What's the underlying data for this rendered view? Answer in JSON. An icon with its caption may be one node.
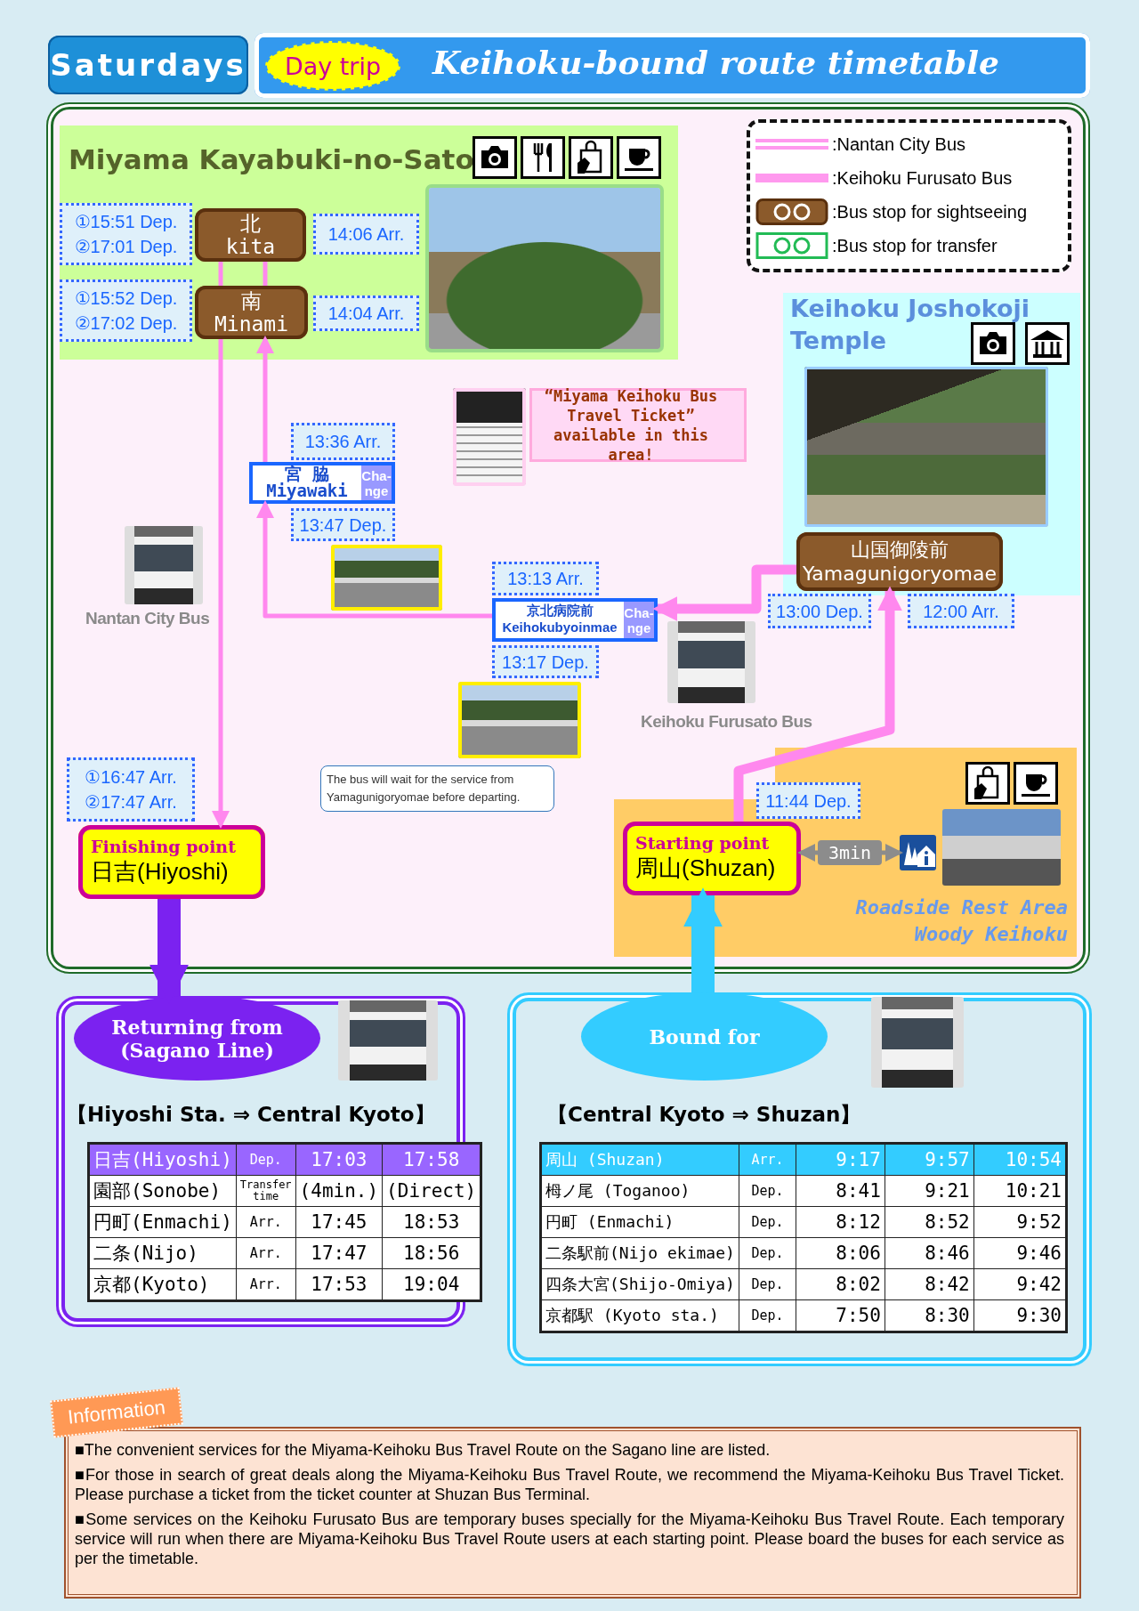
{
  "diagram": {
    "nodes": [
      {
        "text": [
          "Saturdays"
        ]
      },
      {
        "text": [
          "Keihoku-bound route timetable"
        ]
      },
      {
        "text": [
          "Day trip"
        ],
        "in": 1
      },
      {
        "text": [],
        "shape": "box"
      },
      {
        "text": [
          "Miyama Kayabuki-no-Sato"
        ],
        "in": 3
      },
      {
        "text": [
          "北 kita"
        ],
        "in": 4,
        "beside": [
          "①15:51 Dep. ②17:01 Dep.",
          "14:06 Arr."
        ]
      },
      {
        "text": [
          "南 Minami"
        ],
        "in": 4,
        "beside": [
          "①15:52 Dep. ②17:02 Dep.",
          "14:04 Arr."
        ]
      },
      {
        "text": [],
        "shape": "picture",
        "in": 4
      },
      {
        "text": [
          "宮 脇 Miyawaki",
          "Cha-nge"
        ],
        "in": 3,
        "beside": [
          "13:36 Arr.",
          "13:47 Dep."
        ]
      },
      {
        "text": [],
        "shape": "picture",
        "in": 3
      },
      {
        "text": [],
        "shape": "picture",
        "in": 3,
        "beside": [
          "Nantan City Bus"
        ]
      },
      {
        "text": [],
        "shape": "picture",
        "in": 3
      },
      {
        "text": [
          "“Miyama Keihoku Bus Travel Ticket” available in this area!"
        ],
        "in": 3
      },
      {
        "text": [
          "Keihoku Joshokoji Temple"
        ],
        "in": 3
      },
      {
        "text": [],
        "shape": "picture",
        "in": 13
      },
      {
        "text": [
          "山国御陵前 Yamagunigoryomae"
        ],
        "in": 13,
        "beside": [
          "13:00 Dep.",
          "12:00 Arr."
        ]
      },
      {
        "text": [
          "京北病院前 Keihokubyoinmae",
          "Cha-nge"
        ],
        "in": 3,
        "beside": [
          "13:13 Arr.",
          "13:17 Dep."
        ]
      },
      {
        "text": [],
        "shape": "picture",
        "in": 3
      },
      {
        "text": [
          "The bus will wait for the service from Yamagunigoryomae before departing."
        ],
        "in": 3
      },
      {
        "text": [],
        "shape": "picture",
        "in": 3,
        "beside": [
          "Keihoku Furusato Bus"
        ]
      },
      {
        "text": [
          "Finishing point",
          "日吉(Hiyoshi)"
        ],
        "in": 3,
        "beside": [
          "①16:47 Arr. ②17:47 Arr."
        ]
      },
      {
        "text": [
          "Roadside Rest Area Woody Keihoku"
        ],
        "in": 3
      },
      {
        "text": [
          "Starting point",
          "周山(Shuzan)"
        ],
        "in": 21,
        "beside": [
          "11:44 Dep."
        ]
      },
      {
        "text": [],
        "shape": "picture",
        "in": 21
      },
      {
        "text": [],
        "shape": "picture",
        "in": 21
      },
      {
        "text": [
          "Returning from (Sagano Line)",
          "【Hiyoshi Sta. ⇒ Central Kyoto】"
        ]
      },
      {
        "text": [],
        "shape": "picture",
        "in": 25
      },
      {
        "text": [
          "Bound for",
          "【Central Kyoto ⇒ Shuzan】"
        ]
      },
      {
        "text": [],
        "shape": "picture",
        "in": 27
      },
      {
        "text": [
          "Information",
          "■The convenient services for the Miyama-Keihoku Bus Travel Route on the Sagano line are listed.",
          "■For those in search of great deals along the Miyama-Keihoku Bus Travel Route, we recommend the Miyama-Keihoku Bus Travel Ticket. Please purchase a ticket from the ticket counter at Shuzan Bus Terminal.",
          "■Some services on the Keihoku Furusato Bus are temporary buses specially for the Miyama-Keihoku Bus Travel Route. Each temporary service will run when there are Miyama-Keihoku Bus Travel Route users at each starting point. Please board the buses for each service as per the timetable."
        ]
      }
    ],
    "edges": [
      {
        "from": 22,
        "to": 15,
        "arrow": "to",
        "style": "thick"
      },
      {
        "from": 15,
        "to": 16,
        "arrow": "to",
        "style": "thick"
      },
      {
        "from": 16,
        "to": 8,
        "arrow": "to"
      },
      {
        "from": 8,
        "to": 6,
        "arrow": "to"
      },
      {
        "from": 6,
        "to": 5,
        "arrow": "none"
      },
      {
        "from": 5,
        "to": 6,
        "arrow": "none"
      },
      {
        "from": 6,
        "to": 20,
        "arrow": "to"
      },
      {
        "from": 22,
        "to": 23,
        "arrow": "both",
        "label": "3min",
        "color": "#8c8c8c"
      },
      {
        "from": 20,
        "to": 25,
        "arrow": "to",
        "style": "thick",
        "color": "#7b22f0"
      },
      {
        "from": 27,
        "to": 22,
        "arrow": "to",
        "style": "thick",
        "color": "#33ccff"
      }
    ],
    "labels": [
      "日吉(Hiyoshi)",
      "Dep.",
      "17:03",
      "17:58",
      "園部(Sonobe)",
      "Transfer time",
      "(4min.)",
      "(Direct)",
      "円町(Enmachi)",
      "Arr.",
      "17:45",
      "18:53",
      "二条(Nijo)",
      "Arr.",
      "17:47",
      "18:56",
      "京都(Kyoto)",
      "Arr.",
      "17:53",
      "19:04",
      "周山 (Shuzan)",
      "Arr.",
      "9:17",
      "9:57",
      "10:54",
      "栂ノ尾 (Toganoo)",
      "Dep.",
      "8:41",
      "9:21",
      "10:21",
      "円町 (Enmachi)",
      "Dep.",
      "8:12",
      "8:52",
      "9:52",
      "二条駅前(Nijo ekimae)",
      "Dep.",
      "8:06",
      "8:46",
      "9:46",
      "四条大宮(Shijo-Omiya)",
      "Dep.",
      "8:02",
      "8:42",
      "9:42",
      "京都駅 (Kyoto sta.)",
      "Dep.",
      "7:50",
      "8:30",
      "9:30"
    ],
    "legend": [
      {
        "text": ":Nantan City Bus"
      },
      {
        "text": ":Keihoku Furusato Bus"
      },
      {
        "text": ":Bus stop for sightseeing"
      },
      {
        "text": ":Bus stop for transfer"
      }
    ]
  }
}
